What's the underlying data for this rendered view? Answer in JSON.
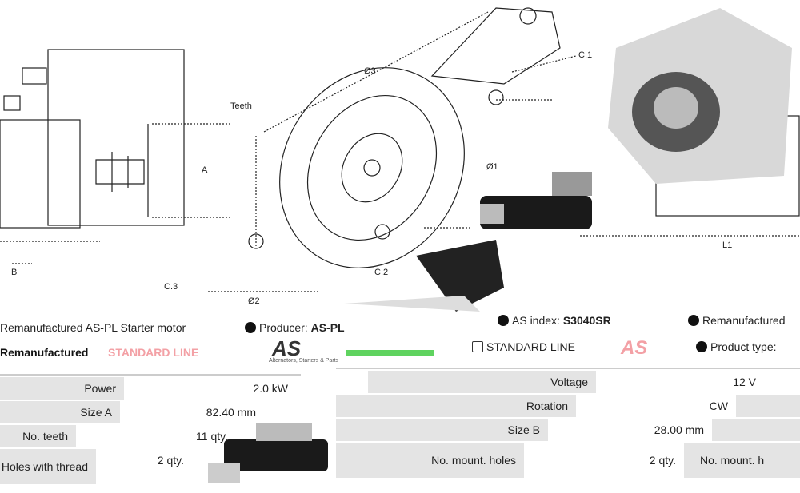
{
  "header_left": {
    "title": "Remanufactured AS-PL Starter motor",
    "producer_label": "Producer:",
    "producer_value": "AS-PL",
    "remanufactured": "Remanufactured",
    "standard_line_faded": "STANDARD LINE",
    "logo_text": "AS",
    "logo_tagline": "Alternators, Starters & Parts"
  },
  "header_right": {
    "index_label": "AS index:",
    "index_value": "S3040SR",
    "standard_line": "STANDARD LINE",
    "logo_text": "AS",
    "remanufactured": "Remanufactured",
    "product_type_label": "Product type:"
  },
  "drawing_labels": {
    "teeth": "Teeth",
    "a": "A",
    "b": "B",
    "d3": "Ø3",
    "c1": "C.1",
    "d1": "Ø1",
    "c3": "C.3",
    "d2": "Ø2",
    "c2": "C.2",
    "l1": "L1"
  },
  "left_table": [
    {
      "key": "Power",
      "value": "2.0 kW"
    },
    {
      "key": "Size A",
      "value": "82.40 mm"
    },
    {
      "key": "No. teeth",
      "value": "11 qty."
    },
    {
      "key": "Holes with thread",
      "value": "2 qty."
    }
  ],
  "right_table": [
    {
      "key": "Voltage",
      "value": "12 V"
    },
    {
      "key": "Rotation",
      "value": "CW"
    },
    {
      "key": "Size B",
      "value": "28.00 mm"
    },
    {
      "key": "No. mount. holes",
      "value": "2 qty.",
      "extra": "No. mount. h"
    }
  ],
  "colors": {
    "accent_red": "#e8323c",
    "green": "#5fd35f"
  }
}
